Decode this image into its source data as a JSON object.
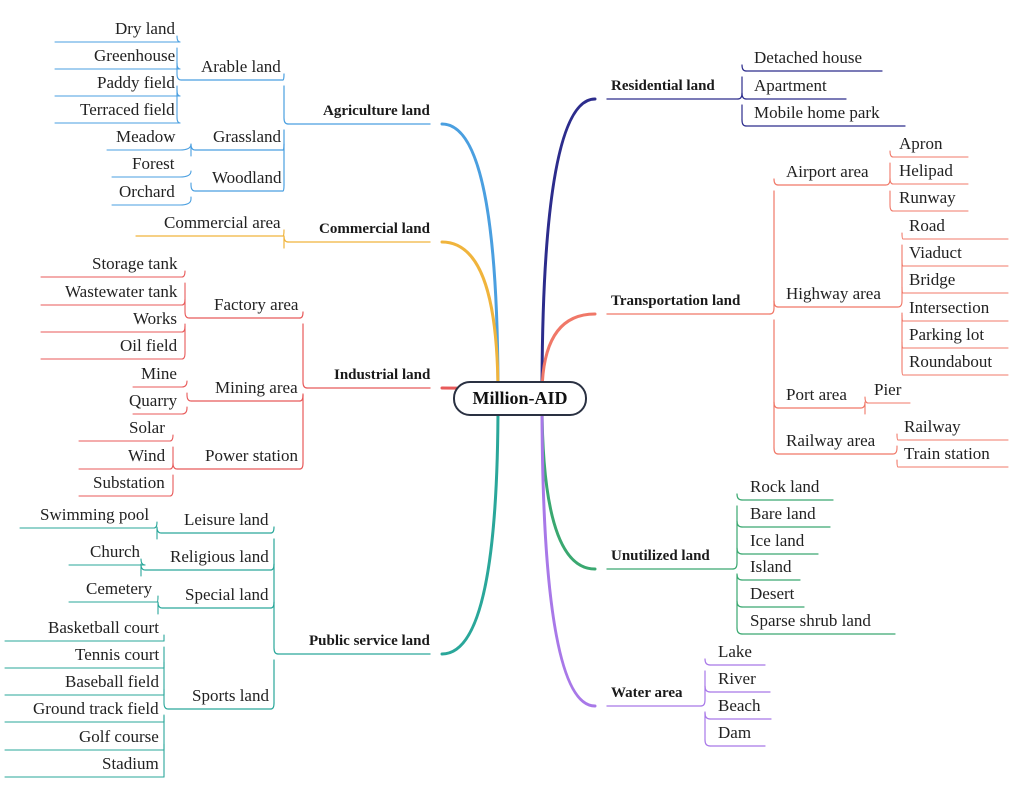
{
  "root": "Million-AID",
  "colors": {
    "agriculture": "#4a9fe0",
    "commercial": "#f0b43c",
    "industrial": "#e85a5a",
    "public": "#2aa79a",
    "residential": "#2c2c8c",
    "transportation": "#f07868",
    "unutilized": "#3aa870",
    "water": "#a878e8",
    "root_border": "#2a3142"
  },
  "left": [
    {
      "label": "Agriculture land",
      "children": [
        {
          "label": "Arable land",
          "children": [
            "Dry land",
            "Greenhouse",
            "Paddy field",
            "Terraced field"
          ]
        },
        {
          "label": "Grassland",
          "children": [
            "Meadow"
          ]
        },
        {
          "label": "Woodland",
          "children": [
            "Forest",
            "Orchard"
          ]
        }
      ]
    },
    {
      "label": "Commercial land",
      "children": [
        {
          "label": "Commercial area",
          "children": []
        }
      ]
    },
    {
      "label": "Industrial land",
      "children": [
        {
          "label": "Factory area",
          "children": [
            "Storage tank",
            "Wastewater tank",
            "Works",
            "Oil field"
          ]
        },
        {
          "label": "Mining area",
          "children": [
            "Mine",
            "Quarry"
          ]
        },
        {
          "label": "Power station",
          "children": [
            "Solar",
            "Wind",
            "Substation"
          ]
        }
      ]
    },
    {
      "label": "Public service land",
      "children": [
        {
          "label": "Leisure land",
          "children": [
            "Swimming pool"
          ]
        },
        {
          "label": "Religious land",
          "children": [
            "Church"
          ]
        },
        {
          "label": "Special land",
          "children": [
            "Cemetery"
          ]
        },
        {
          "label": "Sports land",
          "children": [
            "Basketball court",
            "Tennis court",
            "Baseball field",
            "Ground track field",
            "Golf course",
            "Stadium"
          ]
        }
      ]
    }
  ],
  "right": [
    {
      "label": "Residential land",
      "children": [
        {
          "label": "Detached house",
          "children": []
        },
        {
          "label": "Apartment",
          "children": []
        },
        {
          "label": "Mobile home park",
          "children": []
        }
      ]
    },
    {
      "label": "Transportation land",
      "children": [
        {
          "label": "Airport area",
          "children": [
            "Apron",
            "Helipad",
            "Runway"
          ]
        },
        {
          "label": "Highway area",
          "children": [
            "Road",
            "Viaduct",
            "Bridge",
            "Intersection",
            "Parking lot",
            "Roundabout"
          ]
        },
        {
          "label": "Port area",
          "children": [
            "Pier"
          ]
        },
        {
          "label": "Railway area",
          "children": [
            "Railway",
            "Train station"
          ]
        }
      ]
    },
    {
      "label": "Unutilized land",
      "children": [
        {
          "label": "Rock land",
          "children": []
        },
        {
          "label": "Bare land",
          "children": []
        },
        {
          "label": "Ice land",
          "children": []
        },
        {
          "label": "Island",
          "children": []
        },
        {
          "label": "Desert",
          "children": []
        },
        {
          "label": "Sparse shrub land",
          "children": []
        }
      ]
    },
    {
      "label": "Water area",
      "children": [
        {
          "label": "Lake",
          "children": []
        },
        {
          "label": "River",
          "children": []
        },
        {
          "label": "Beach",
          "children": []
        },
        {
          "label": "Dam",
          "children": []
        }
      ]
    }
  ]
}
